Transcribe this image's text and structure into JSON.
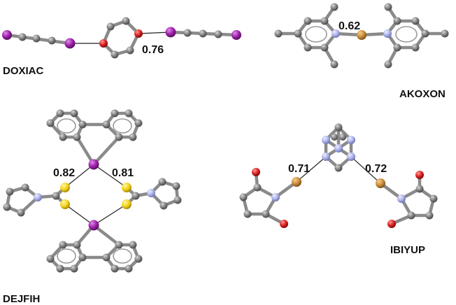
{
  "panels": [
    {
      "name": "DOXIAC",
      "value": "0.76"
    },
    {
      "name": "AKOXON",
      "value": "0.62"
    },
    {
      "name": "DEJFIH",
      "value_left": "0.82",
      "value_right": "0.81"
    },
    {
      "name": "IBIYUP",
      "value_left": "0.71",
      "value_right": "0.72"
    }
  ],
  "colors": {
    "carbon": "#7d7d7d",
    "iodine": "#9a1fa8",
    "oxygen": "#d81e1e",
    "nitrogen": "#aab0e8",
    "silver": "#c98a3a",
    "sulfur": "#f2d21b"
  }
}
